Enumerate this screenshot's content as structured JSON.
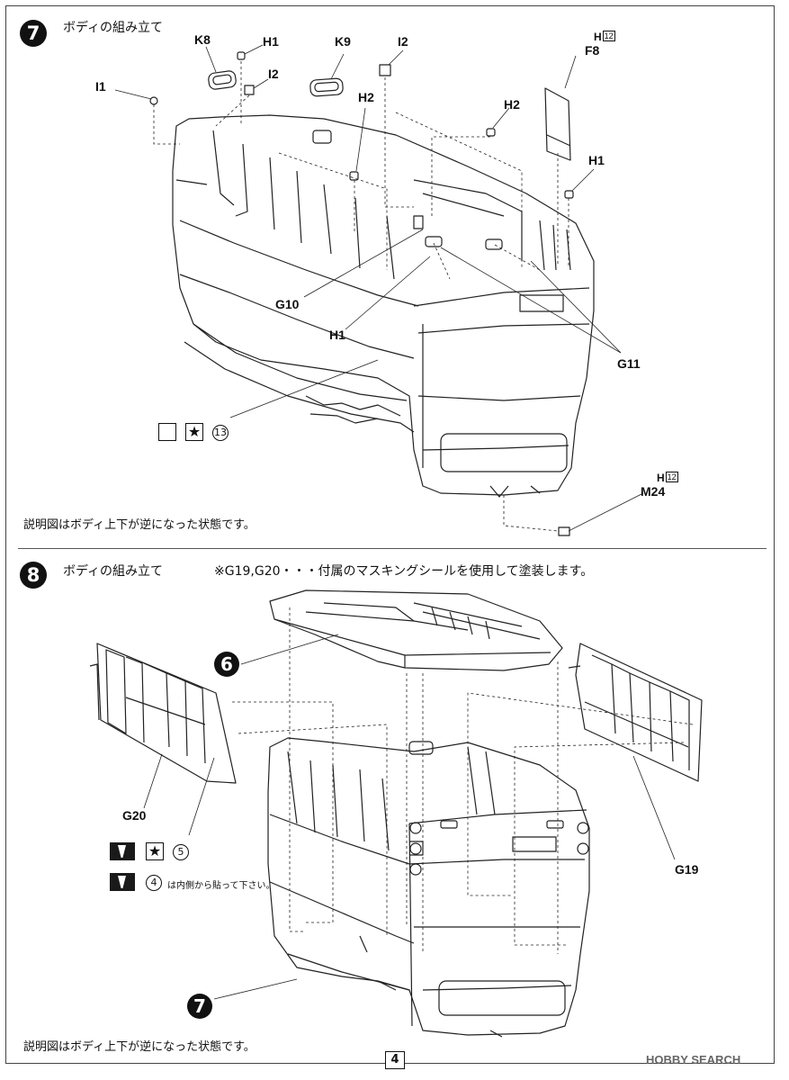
{
  "step7": {
    "number": "7",
    "title": "ボディの組み立て",
    "note": "説明図はボディ上下が逆になった状態です。",
    "labels": {
      "I1": "I1",
      "K8": "K8",
      "H1a": "H1",
      "I2a": "I2",
      "K9": "K9",
      "I2b": "I2",
      "H2a": "H2",
      "F8": "F8",
      "H12a": "12",
      "H12b_prefix": "H",
      "H2b": "H2",
      "H1b": "H1",
      "G10": "G10",
      "H1c": "H1",
      "G11": "G11",
      "M24": "M24",
      "H12c": "12",
      "H12d_prefix": "H"
    },
    "icons_circle_number": "13"
  },
  "step8": {
    "number": "8",
    "title": "ボディの組み立て",
    "masking_note": "※G19,G20・・・付属のマスキングシールを使用して塗装します。",
    "note": "説明図はボディ上下が逆になった状態です。",
    "labels": {
      "G20": "G20",
      "G19": "G19"
    },
    "ref6": "6",
    "ref7": "7",
    "paint_circle_a": "5",
    "paint_circle_b": "4",
    "inside_note": "は内側から貼って下さい。"
  },
  "footer": {
    "page": "4",
    "watermark": "HOBBY SEARCH"
  }
}
